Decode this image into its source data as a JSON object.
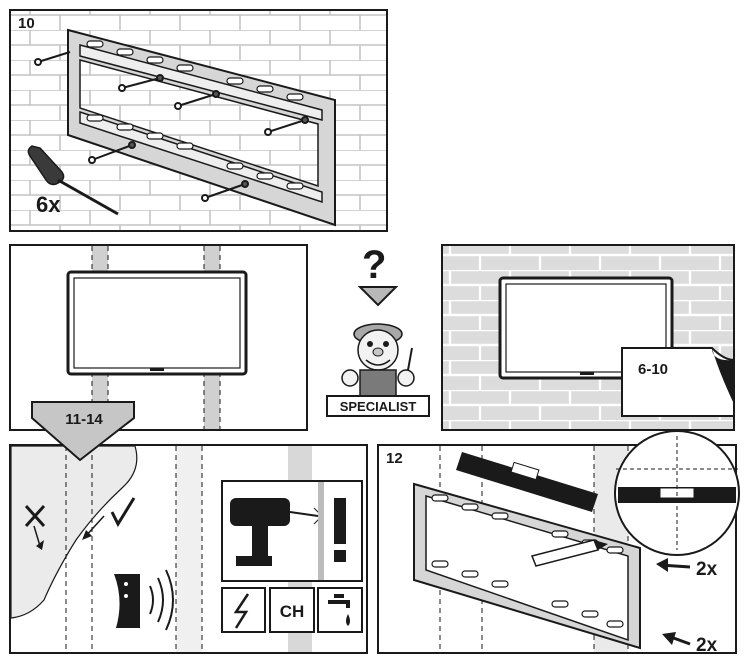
{
  "panel_top": {
    "step": "10",
    "count": "6x"
  },
  "center": {
    "question": "?",
    "badge": "SPECIALIST"
  },
  "panel_right": {
    "ref": "6-10"
  },
  "arrow_badge": {
    "range": "11-14"
  },
  "panel_bottom_right": {
    "step": "12",
    "count_top": "2x",
    "count_bottom": "2x"
  },
  "icons": {
    "ch": "CH"
  },
  "colors": {
    "ink": "#1a1a1a",
    "gray": "#c8c8c8",
    "dark_gray": "#8a8a8a",
    "wall": "#e8e8e8"
  }
}
